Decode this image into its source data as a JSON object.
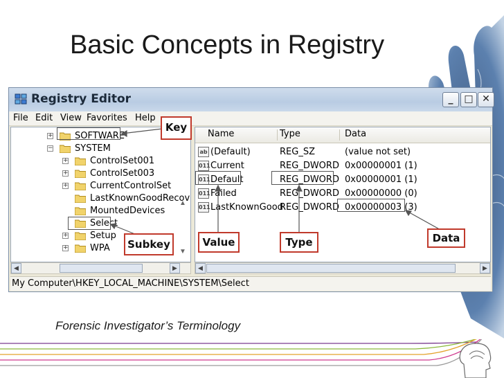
{
  "slide": {
    "title": "Basic Concepts in Registry",
    "footer": "Forensic Investigator’s Terminology"
  },
  "window": {
    "title": "Registry Editor",
    "buttons": {
      "minimize": "_",
      "maximize": "□",
      "close": "✕"
    },
    "menu": [
      "File",
      "Edit",
      "View",
      "Favorites",
      "Help"
    ]
  },
  "tree": {
    "items": [
      {
        "label": "SOFTWARE",
        "expander": "+"
      },
      {
        "label": "SYSTEM",
        "expander": "−"
      },
      {
        "label": "ControlSet001",
        "expander": "+"
      },
      {
        "label": "ControlSet003",
        "expander": "+"
      },
      {
        "label": "CurrentControlSet",
        "expander": "+"
      },
      {
        "label": "LastKnownGoodRecov",
        "expander": ""
      },
      {
        "label": "MountedDevices",
        "expander": ""
      },
      {
        "label": "Select",
        "expander": ""
      },
      {
        "label": "Setup",
        "expander": "+"
      },
      {
        "label": "WPA",
        "expander": "+"
      }
    ]
  },
  "values_table": {
    "headers": {
      "name": "Name",
      "type": "Type",
      "data": "Data"
    },
    "rows": [
      {
        "icon": "ab",
        "name": "(Default)",
        "type": "REG_SZ",
        "data": "(value not set)"
      },
      {
        "icon": "011",
        "name": "Current",
        "type": "REG_DWORD",
        "data": "0x00000001 (1)"
      },
      {
        "icon": "011",
        "name": "Default",
        "type": "REG_DWORD",
        "data": "0x00000001 (1)"
      },
      {
        "icon": "011",
        "name": "Failed",
        "type": "REG_DWORD",
        "data": "0x00000000 (0)"
      },
      {
        "icon": "011",
        "name": "LastKnownGood",
        "type": "REG_DWORD",
        "data": "0x00000003 (3)"
      }
    ]
  },
  "status_bar": {
    "path": "My Computer\\HKEY_LOCAL_MACHINE\\SYSTEM\\Select"
  },
  "callouts": {
    "key": "Key",
    "subkey": "Subkey",
    "value": "Value",
    "type": "Type",
    "data": "Data"
  },
  "colors": {
    "callout_border": "#c0392b",
    "titlebar": "#b9cce3"
  }
}
